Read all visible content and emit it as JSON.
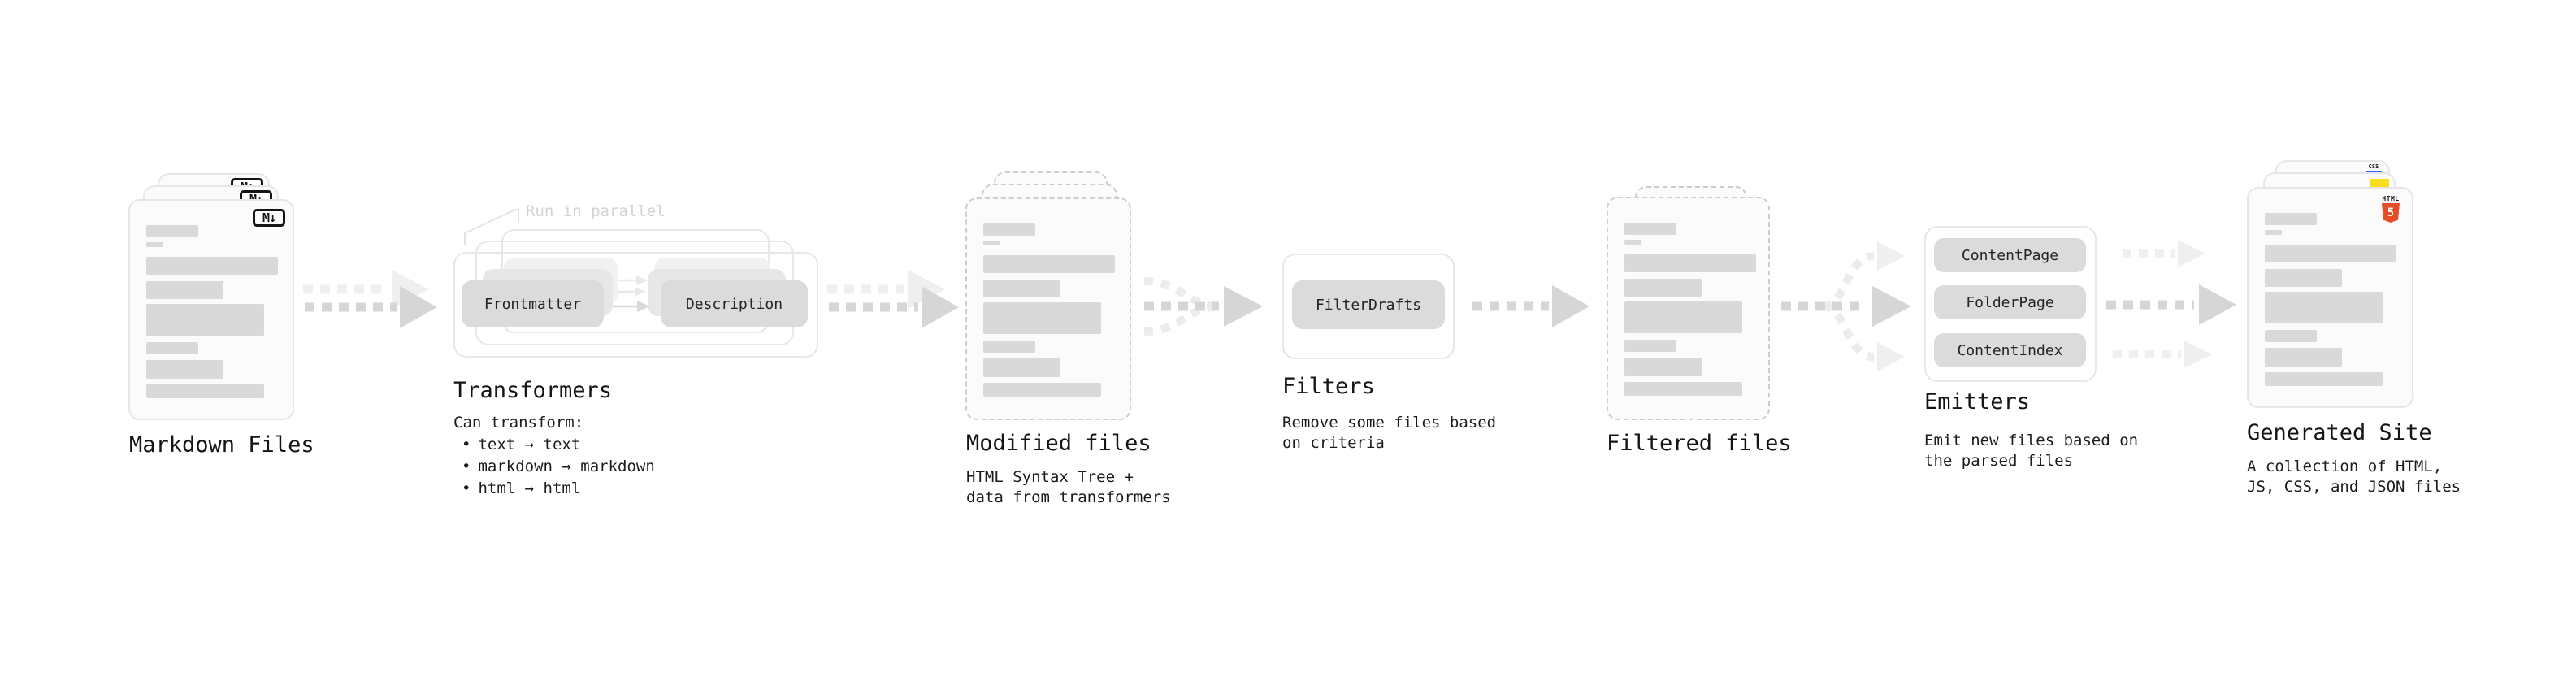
{
  "diagram": {
    "bullet_char": "•",
    "stages": {
      "markdown_files": {
        "title": "Markdown Files",
        "file_icon_label": "M↓"
      },
      "transformers": {
        "title": "Transformers",
        "annotation": "Run in parallel",
        "desc_heading": "Can transform:",
        "bullets": [
          "text → text",
          "markdown → markdown",
          "html → html"
        ],
        "pills": [
          "Frontmatter",
          "Description"
        ]
      },
      "modified_files": {
        "title": "Modified files",
        "subtitle": "HTML Syntax Tree +\ndata from transformers"
      },
      "filters": {
        "title": "Filters",
        "subtitle": "Remove some files based\non criteria",
        "pills": [
          "FilterDrafts"
        ]
      },
      "filtered_files": {
        "title": "Filtered files"
      },
      "emitters": {
        "title": "Emitters",
        "subtitle": "Emit new files based on\nthe parsed files",
        "pills": [
          "ContentPage",
          "FolderPage",
          "ContentIndex"
        ]
      },
      "generated_site": {
        "title": "Generated Site",
        "subtitle": "A collection of HTML,\nJS, CSS, and JSON files",
        "badges": {
          "html_label": "HTML",
          "html_number": "5",
          "css_label": "CSS"
        }
      }
    },
    "doc_skeleton": {
      "bars": [
        [
          20,
          30,
          64,
          15
        ],
        [
          20,
          51,
          21,
          6
        ],
        [
          20,
          69,
          162,
          22
        ],
        [
          20,
          99,
          95,
          22
        ],
        [
          20,
          127,
          145,
          39
        ],
        [
          20,
          174,
          64,
          15
        ],
        [
          20,
          196,
          95,
          23
        ],
        [
          20,
          226,
          145,
          17
        ]
      ]
    },
    "colors": {
      "background": "#ffffff",
      "placeholder_bar": "#d9d9d9",
      "pill": "#dbdbdb",
      "card_border": "#e6e6e6",
      "dashed_border": "#cdcdcd",
      "arrow": "#d6d6d6",
      "arrow_faint": "#efefef",
      "annotation_text": "#d2d2d2",
      "text": "#161616",
      "html5_orange": "#e44d26",
      "css_blue": "#2965f1",
      "js_yellow": "#f7df1e"
    }
  }
}
